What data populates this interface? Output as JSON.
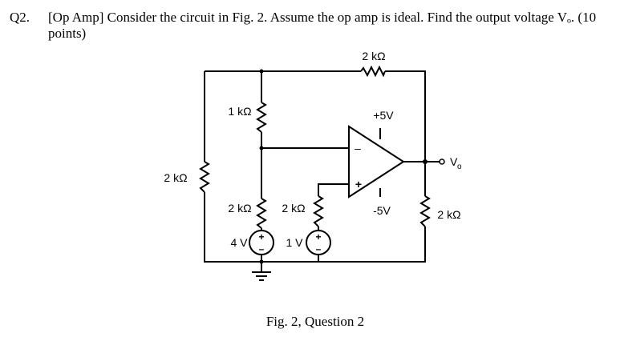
{
  "question": {
    "number": "Q2.",
    "text": "[Op Amp] Consider the circuit in Fig. 2. Assume the op amp is ideal. Find the output voltage Vₒ. (10 points)"
  },
  "circuit": {
    "r_feedback": "2 kΩ",
    "r_top": "1 kΩ",
    "r_left": "2 kΩ",
    "r_mid_left": "2 kΩ",
    "r_mid_right": "2 kΩ",
    "r_load": "2 kΩ",
    "source_left": "4 V",
    "source_right": "1 V",
    "supply_pos": "+5V",
    "supply_neg": "-5V",
    "output_label": "V",
    "output_sub": "o",
    "inv_input": "–",
    "noninv_input": "+",
    "src_plus": "+",
    "src_minus": "–"
  },
  "caption": "Fig. 2, Question 2"
}
